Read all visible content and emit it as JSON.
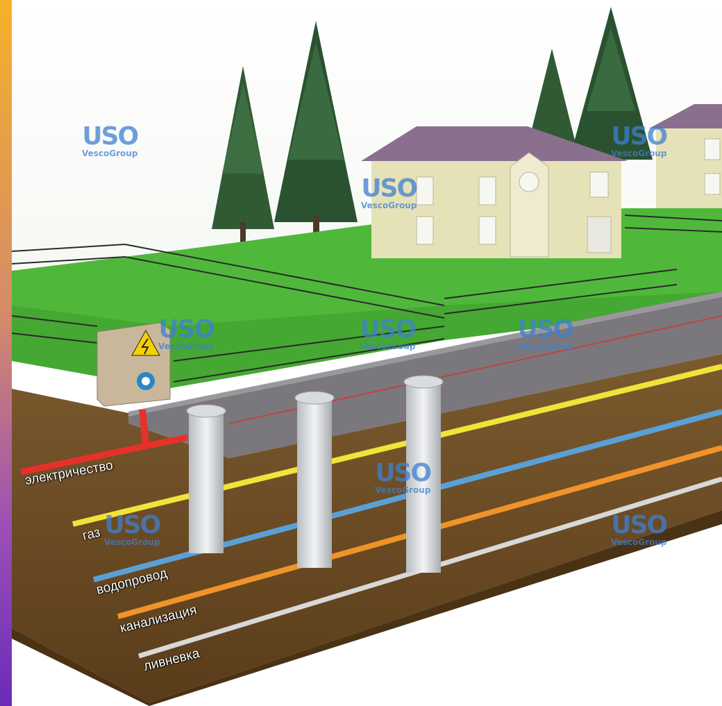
{
  "watermark": {
    "mark": "USO",
    "brand": "VescoGroup"
  },
  "utilities": [
    {
      "label": "электричество",
      "color": "#e8302a"
    },
    {
      "label": "газ",
      "color": "#f2e23a"
    },
    {
      "label": "водопровод",
      "color": "#5aa0d8"
    },
    {
      "label": "канализация",
      "color": "#f0932a"
    },
    {
      "label": "ливневка",
      "color": "#d8d8d8"
    }
  ],
  "box_icons": [
    "lightning-warning-icon",
    "gas-meter-icon"
  ],
  "colors": {
    "accent_top": "#f6b12a",
    "accent_bottom": "#6a2bb8",
    "grass": "#4fb83a",
    "soil": "#6a4a22",
    "road": "#7a787c",
    "roof": "#8b6f8f"
  }
}
